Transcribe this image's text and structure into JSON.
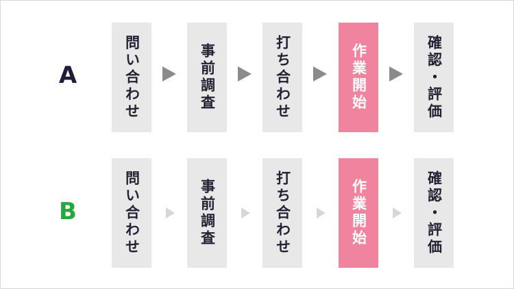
{
  "rows": [
    {
      "label": "A",
      "arrow_color": "#8b8b8b",
      "arrow_style": "large-dark-triangle"
    },
    {
      "label": "B",
      "arrow_color": "#d7d7d7",
      "arrow_style": "small-light-triangle"
    }
  ],
  "steps": [
    "問い合わせ",
    "事前調査",
    "打ち合わせ",
    "作業開始",
    "確認・評価"
  ],
  "highlighted_step_index": 3,
  "colors": {
    "label_a": "#1f1d3a",
    "label_b": "#22a93b",
    "box": "#e8e8e8",
    "box_highlight": "#f0839d"
  }
}
